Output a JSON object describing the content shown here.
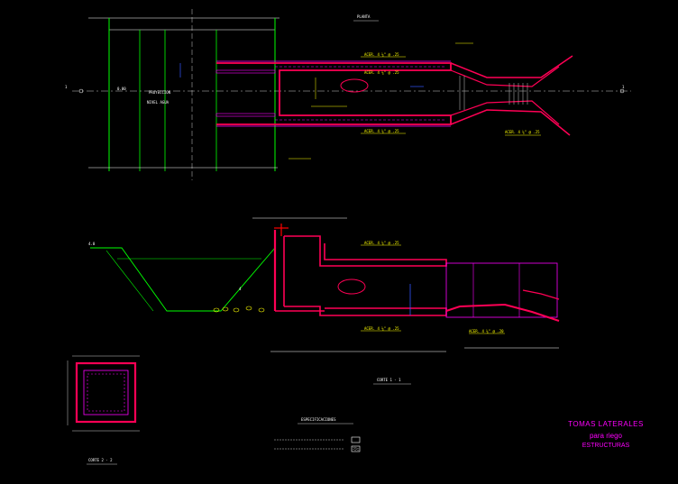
{
  "colors": {
    "background": "#000000",
    "wall": "#ff0055",
    "structure": "#ff00ff",
    "green": "#00ff00",
    "yellow": "#ffff00",
    "white": "#ffffff",
    "blue": "#3355ff",
    "cyan": "#00ffff"
  },
  "labels": {
    "plan_title": "PLANTA",
    "section_1_title": "CORTE 1 - 1",
    "section_2_title": "CORTE 2 - 2",
    "specs_title": "ESPECIFICACIONES"
  },
  "title_block": {
    "line1": "TOMAS LATERALES",
    "line2": "para riego",
    "line3": "ESTRUCTURAS"
  }
}
